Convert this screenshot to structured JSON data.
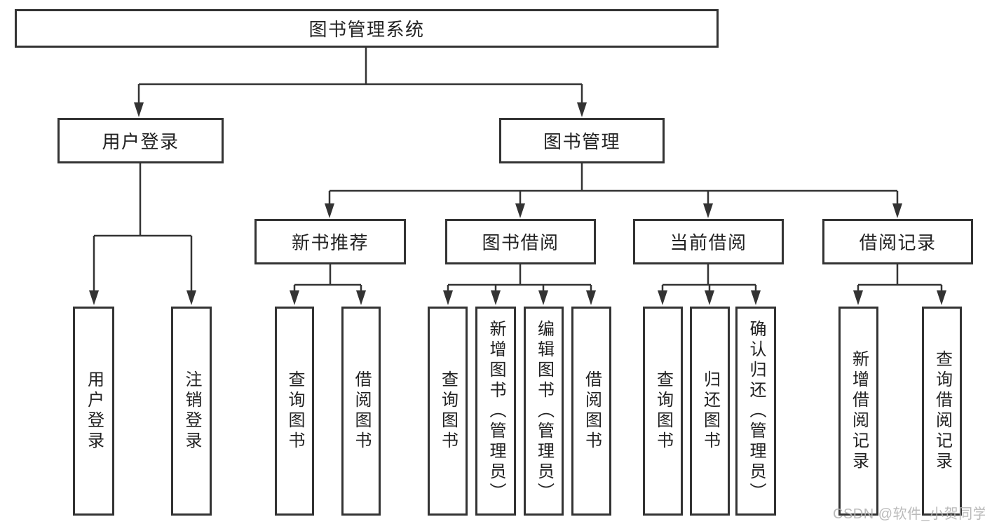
{
  "diagram_title": "图书管理系统",
  "nodes": {
    "root": "图书管理系统",
    "user_login": "用户登录",
    "book_mgmt": "图书管理",
    "new_book_rec": "新书推荐",
    "book_borrow": "图书借阅",
    "current_borrow": "当前借阅",
    "borrow_record": "借阅记录",
    "leaf_user_login": "用户登录",
    "leaf_logout": "注销登录",
    "leaf_query_book_rec": "查询图书",
    "leaf_borrow_book_rec": "借阅图书",
    "leaf_query_book_borrow": "查询图书",
    "leaf_add_book": "新增图书（管理员）",
    "leaf_edit_book": "编辑图书（管理员）",
    "leaf_borrow_book_borrow": "借阅图书",
    "leaf_query_book_current": "查询图书",
    "leaf_return_book": "归还图书",
    "leaf_confirm_return": "确认归还（管理员）",
    "leaf_add_borrow_record": "新增借阅记录",
    "leaf_query_borrow_record": "查询借阅记录"
  },
  "hierarchy": {
    "label": "图书管理系统",
    "children": [
      {
        "label": "用户登录",
        "children": [
          {
            "label": "用户登录"
          },
          {
            "label": "注销登录"
          }
        ]
      },
      {
        "label": "图书管理",
        "children": [
          {
            "label": "新书推荐",
            "children": [
              {
                "label": "查询图书"
              },
              {
                "label": "借阅图书"
              }
            ]
          },
          {
            "label": "图书借阅",
            "children": [
              {
                "label": "查询图书"
              },
              {
                "label": "新增图书（管理员）"
              },
              {
                "label": "编辑图书（管理员）"
              },
              {
                "label": "借阅图书"
              }
            ]
          },
          {
            "label": "当前借阅",
            "children": [
              {
                "label": "查询图书"
              },
              {
                "label": "归还图书"
              },
              {
                "label": "确认归还（管理员）"
              }
            ]
          },
          {
            "label": "借阅记录",
            "children": [
              {
                "label": "新增借阅记录"
              },
              {
                "label": "查询借阅记录"
              }
            ]
          }
        ]
      }
    ]
  },
  "watermark": "CSDN @软件_小贺同学",
  "colors": {
    "line": "#333333",
    "text": "#222222",
    "background": "#ffffff",
    "watermark": "#b3b3b3"
  }
}
